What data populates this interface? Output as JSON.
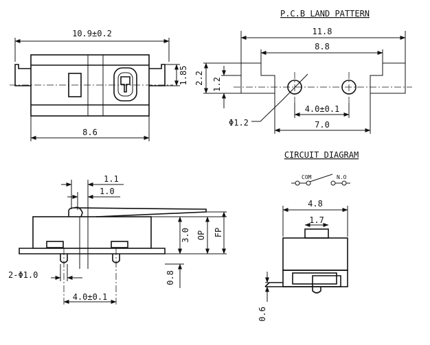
{
  "titles": {
    "pcb_land_pattern": "P.C.B LAND PATTERN",
    "circuit_diagram": "CIRCUIT DIAGRAM"
  },
  "top_view": {
    "overall_width": "10.9±0.2",
    "body_width": "8.6",
    "terminal_height": "1.85"
  },
  "pcb_land_pattern": {
    "overall_width": "11.8",
    "inner_width": "8.8",
    "pad_height": "2.2",
    "hole_offset": "1.2",
    "hole_pitch": "4.0±0.1",
    "pad_span": "7.0",
    "hole_diameter": "Φ1.2"
  },
  "circuit_diagram": {
    "com_label": "COM",
    "no_label": "N.O"
  },
  "front_view": {
    "lever_dim_1": "1.1",
    "lever_dim_2": "1.0",
    "height_3": "3.0",
    "op_label": "OP",
    "fp_label": "FP",
    "pin_height": "0.8",
    "pin_diameter": "2-Φ1.0",
    "pin_pitch": "4.0±0.1"
  },
  "side_view": {
    "width": "4.8",
    "actuator_width": "1.7",
    "bottom_dim": "0.6"
  }
}
